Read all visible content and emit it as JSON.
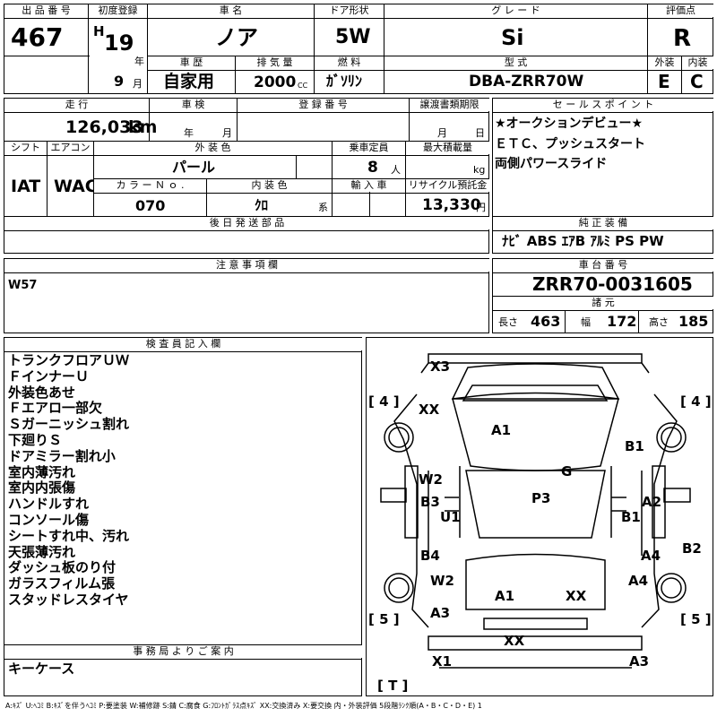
{
  "header": {
    "lot_label": "出 品 番 号",
    "lot_value": "467",
    "first_reg_label": "初度登録",
    "era_letter": "H",
    "year_value": "19",
    "year_unit": "年",
    "month_value": "9",
    "month_unit": "月",
    "car_name_label": "車 名",
    "car_name_value": "ノア",
    "door_label": "ドア形状",
    "door_value": "5W",
    "grade_label": "グ レ ー ド",
    "grade_value": "Si",
    "score_label": "評価点",
    "score_value": "R",
    "history_label": "車 歴",
    "history_value": "自家用",
    "displacement_label": "排 気 量",
    "displacement_value": "2000",
    "displacement_unit": "CC",
    "fuel_label": "燃 料",
    "fuel_value": "ｶﾞｿﾘﾝ",
    "model_label": "型 式",
    "model_value": "DBA-ZRR70W",
    "exterior_label": "外装",
    "exterior_value": "E",
    "interior_label": "内装",
    "interior_value": "C"
  },
  "row2": {
    "mileage_label": "走 行",
    "mileage_value": "126,033",
    "mileage_unit": "km",
    "inspection_label": "車 検",
    "insp_year": "年",
    "insp_month": "月",
    "regno_label": "登 録 番 号",
    "transfer_label": "譲渡書類期限",
    "transfer_month": "月",
    "transfer_day": "日",
    "shift_label": "シフト",
    "shift_value": "IAT",
    "aircon_label": "エアコン",
    "aircon_value": "WAC",
    "color_label": "外 装 色",
    "color_value": "パール",
    "capacity_label": "乗車定員",
    "capacity_value": "8",
    "capacity_unit": "人",
    "load_label": "最大積載量",
    "load_unit": "kg",
    "color_no_label": "カ ラ ー Ｎ ｏ .",
    "color_no_value": "070",
    "int_color_label": "内 装 色",
    "int_color_value": "ｸﾛ",
    "int_color_unit": "系",
    "import_label": "輸 入 車",
    "recycle_label": "リサイクル預託金",
    "recycle_value": "13,330",
    "recycle_unit": "円",
    "later_parts_label": "後 日 発 送 部 品"
  },
  "sales_points": {
    "label": "セ ー ル ス ポ イ ン ト",
    "lines": [
      "★オークションデビュー★",
      "ＥＴＣ、プッシュスタート",
      "両側パワースライド"
    ]
  },
  "equipment": {
    "label": "純 正 装 備",
    "value": "ﾅﾋﾞ ABS ｴｱB ｱﾙﾐ PS PW"
  },
  "notes": {
    "label": "注 意 事 項 欄",
    "value": "W57"
  },
  "chassis": {
    "label": "車 台 番 号",
    "value": "ZRR70-0031605",
    "dims_label": "諸 元",
    "length_label": "長さ",
    "length_value": "463",
    "width_label": "幅",
    "width_value": "172",
    "height_label": "高さ",
    "height_value": "185"
  },
  "inspector": {
    "label": "検 査 員 記 入 欄",
    "lines": [
      "トランクフロアＵＷ",
      "ＦインナーＵ",
      "外装色あせ",
      "Ｆエアロ一部欠",
      "Ｓガーニッシュ割れ",
      "下廻りＳ",
      "ドアミラー割れ小",
      "室内薄汚れ",
      "室内内張傷",
      "ハンドルすれ",
      "コンソール傷",
      "シートすれ中、汚れ",
      "天張薄汚れ",
      "ダッシュ板のり付",
      "ガラスフィルム張",
      "スタッドレスタイヤ"
    ]
  },
  "office": {
    "label": "事 務 局 よ り ご 案 内",
    "value": "キーケース"
  },
  "diagram": {
    "X3": "X3",
    "XX_tl": "XX",
    "A1_roof": "A1",
    "B1_right": "B1",
    "G": "G",
    "W2_upper": "W2",
    "B3": "B3",
    "P3": "P3",
    "A2": "A2",
    "U1": "U1",
    "B1_mid": "B1",
    "B2": "B2",
    "B4": "B4",
    "A4_upper": "A4",
    "W2_lower": "W2",
    "A4_lower": "A4",
    "A1_hood": "A1",
    "XX_hood": "XX",
    "A3_left": "A3",
    "XX_bottom": "XX",
    "X1": "X1",
    "A3_right": "A3",
    "tire_rl": "4",
    "tire_rr": "4",
    "tire_fl": "5",
    "tire_fr": "5",
    "tire_t": "T"
  },
  "legend": "A:ｷｽﾞ U:ﾍｺﾐ B:ｷｽﾞを伴うﾍｺﾐ P:要塗装 W:補修跡 S:錆 C:腐食 G:ﾌﾛﾝﾄｶﾞﾗｽ点ｷｽﾞ XX:交換済み X:要交換 内・外装評価 5段階ﾗﾝｸ順(A・B・C・D・E) 1"
}
